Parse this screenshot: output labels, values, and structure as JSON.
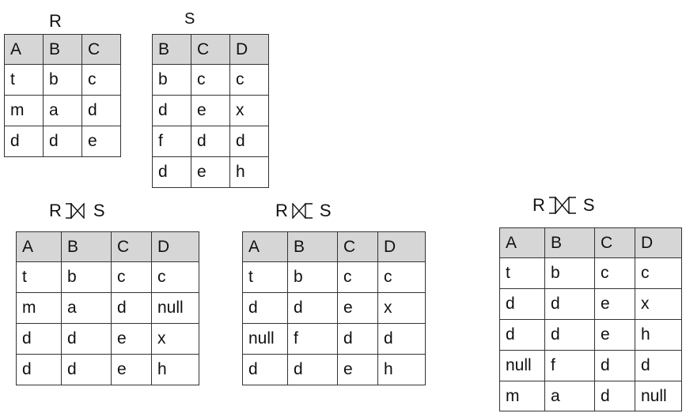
{
  "relations": {
    "r": {
      "title": "R",
      "columns": [
        "A",
        "B",
        "C"
      ],
      "rows": [
        [
          "t",
          "b",
          "c"
        ],
        [
          "m",
          "a",
          "d"
        ],
        [
          "d",
          "d",
          "e"
        ]
      ]
    },
    "s": {
      "title": "S",
      "columns": [
        "B",
        "C",
        "D"
      ],
      "rows": [
        [
          "b",
          "c",
          "c"
        ],
        [
          "d",
          "e",
          "x"
        ],
        [
          "f",
          "d",
          "d"
        ],
        [
          "d",
          "e",
          "h"
        ]
      ]
    },
    "left_join": {
      "left_operand": "R",
      "operator": "left-outer-join-icon",
      "right_operand": "S",
      "columns": [
        "A",
        "B",
        "C",
        "D"
      ],
      "rows": [
        [
          "t",
          "b",
          "c",
          "c"
        ],
        [
          "m",
          "a",
          "d",
          "null"
        ],
        [
          "d",
          "d",
          "e",
          "x"
        ],
        [
          "d",
          "d",
          "e",
          "h"
        ]
      ]
    },
    "right_join": {
      "left_operand": "R",
      "operator": "right-outer-join-icon",
      "right_operand": "S",
      "columns": [
        "A",
        "B",
        "C",
        "D"
      ],
      "rows": [
        [
          "t",
          "b",
          "c",
          "c"
        ],
        [
          "d",
          "d",
          "e",
          "x"
        ],
        [
          "null",
          "f",
          "d",
          "d"
        ],
        [
          "d",
          "d",
          "e",
          "h"
        ]
      ]
    },
    "full_join": {
      "left_operand": "R",
      "operator": "full-outer-join-icon",
      "right_operand": "S",
      "columns": [
        "A",
        "B",
        "C",
        "D"
      ],
      "rows": [
        [
          "t",
          "b",
          "c",
          "c"
        ],
        [
          "d",
          "d",
          "e",
          "x"
        ],
        [
          "d",
          "d",
          "e",
          "h"
        ],
        [
          "null",
          "f",
          "d",
          "d"
        ],
        [
          "m",
          "a",
          "d",
          "null"
        ]
      ]
    }
  },
  "colors": {
    "header_fill": "#d6d6d6",
    "border": "#333333",
    "text": "#111111"
  }
}
